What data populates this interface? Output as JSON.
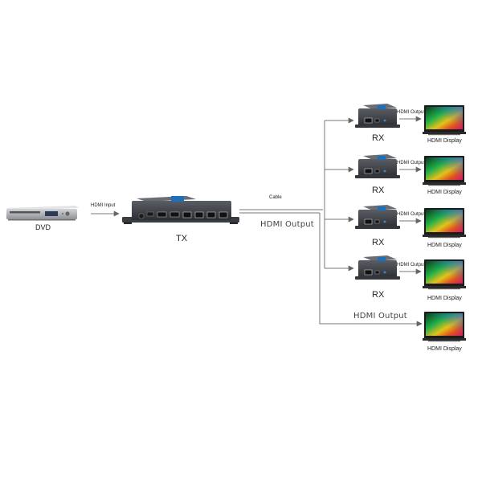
{
  "devices": {
    "dvd": {
      "label": "DVD"
    },
    "tx": {
      "label": "TX"
    },
    "receivers": [
      {
        "label": "RX",
        "output_label": "HDMI Output",
        "display_label": "HDMI Display"
      },
      {
        "label": "RX",
        "output_label": "HDMI Output",
        "display_label": "HDMI Display"
      },
      {
        "label": "RX",
        "output_label": "HDMI Output",
        "display_label": "HDMI Display"
      },
      {
        "label": "RX",
        "output_label": "HDMI Output",
        "display_label": "HDMI Display"
      }
    ],
    "loop_display": {
      "display_label": "HDMI Display"
    }
  },
  "connections": {
    "hdmi_input": "HDMI Input",
    "cable": "Cable",
    "tx_hdmi_output": "HDMI Output",
    "loop_hdmi_output": "HDMI Output"
  },
  "colors": {
    "line": "#777777",
    "device_body": "#3a3d42",
    "device_accent": "#1c6fb8",
    "dvd_body": "#b9bcc0"
  }
}
